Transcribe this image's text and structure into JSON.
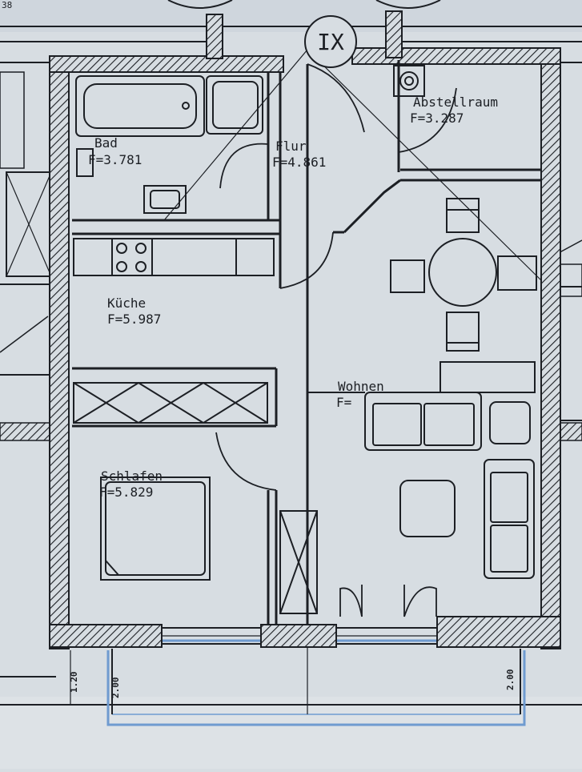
{
  "plan": {
    "axis_label": "IX",
    "corner_label": "38",
    "colors": {
      "paper": "#d7dde2",
      "paper_shade": "#c9d2da",
      "ink": "#1c1f24",
      "blue_trace": "#6f9bd0"
    },
    "rooms": {
      "bad": {
        "name": "Bad",
        "area": "F=3.781"
      },
      "flur": {
        "name": "Flur",
        "area": "F=4.861"
      },
      "abstell": {
        "name": "Abstellraum",
        "area": "F=3.287"
      },
      "kueche": {
        "name": "Küche",
        "area": "F=5.987"
      },
      "wohnen": {
        "name": "Wohnen",
        "area": "F="
      },
      "schlafen": {
        "name": "Schlafen",
        "area": "F=5.829"
      }
    },
    "dimensions": {
      "left": "1.20",
      "balcony_left": "2.00",
      "balcony_right": "2.00"
    }
  }
}
